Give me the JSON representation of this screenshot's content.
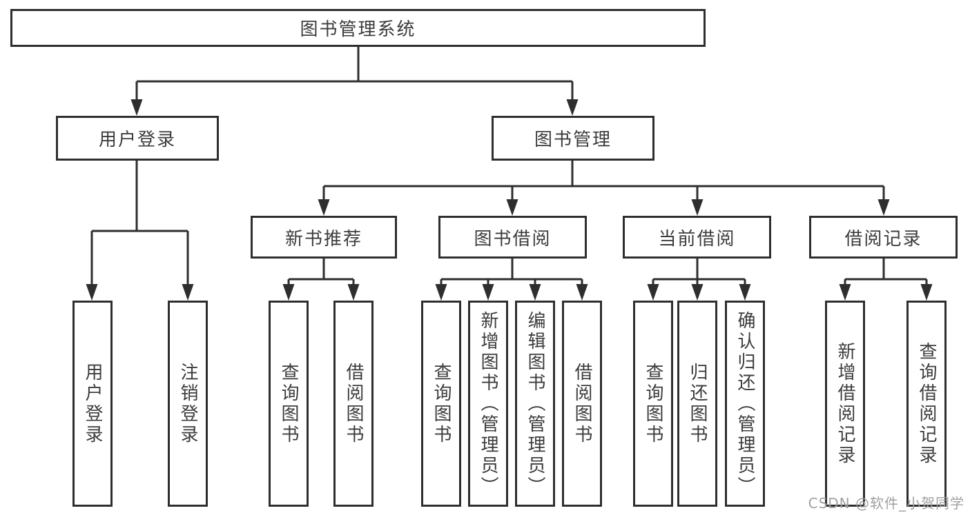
{
  "tree": {
    "label": "图书管理系统",
    "children": [
      {
        "label": "用户登录",
        "children": [
          {
            "label": "用户登录"
          },
          {
            "label": "注销登录"
          }
        ]
      },
      {
        "label": "图书管理",
        "children": [
          {
            "label": "新书推荐",
            "children": [
              {
                "label": "查询图书"
              },
              {
                "label": "借阅图书"
              }
            ]
          },
          {
            "label": "图书借阅",
            "children": [
              {
                "label": "查询图书"
              },
              {
                "label": "新增图书（管理员）"
              },
              {
                "label": "编辑图书（管理员）"
              },
              {
                "label": "借阅图书"
              }
            ]
          },
          {
            "label": "当前借阅",
            "children": [
              {
                "label": "查询图书"
              },
              {
                "label": "归还图书"
              },
              {
                "label": "确认归还（管理员）"
              }
            ]
          },
          {
            "label": "借阅记录",
            "children": [
              {
                "label": "新增借阅记录"
              },
              {
                "label": "查询借阅记录"
              }
            ]
          }
        ]
      }
    ]
  },
  "watermark": "CSDN @软件_小贺同学",
  "colors": {
    "line": "#2e2e2e",
    "text": "#3c3c3c",
    "background": "#ffffff",
    "watermark": "#a0a0a0"
  }
}
